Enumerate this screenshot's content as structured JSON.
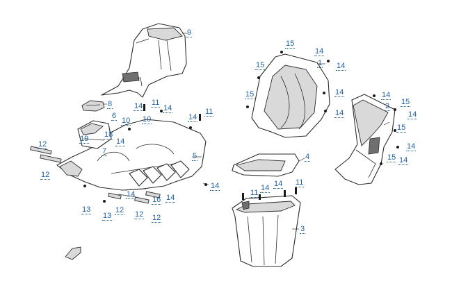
{
  "diagram": {
    "callouts": [
      {
        "id": "9",
        "label": "9"
      },
      {
        "id": "8",
        "label": "8"
      },
      {
        "id": "6",
        "label": "6"
      },
      {
        "id": "10a",
        "label": "10"
      },
      {
        "id": "10b",
        "label": "10"
      },
      {
        "id": "11a",
        "label": "11"
      },
      {
        "id": "14a",
        "label": "14"
      },
      {
        "id": "14b",
        "label": "14"
      },
      {
        "id": "11b",
        "label": "11"
      },
      {
        "id": "14c",
        "label": "14"
      },
      {
        "id": "19",
        "label": "19"
      },
      {
        "id": "18",
        "label": "18"
      },
      {
        "id": "7",
        "label": "7"
      },
      {
        "id": "14d",
        "label": "14"
      },
      {
        "id": "5",
        "label": "5"
      },
      {
        "id": "12a",
        "label": "12"
      },
      {
        "id": "12b",
        "label": "12"
      },
      {
        "id": "13a",
        "label": "13"
      },
      {
        "id": "13b",
        "label": "13"
      },
      {
        "id": "12c",
        "label": "12"
      },
      {
        "id": "12d",
        "label": "12"
      },
      {
        "id": "12e",
        "label": "12"
      },
      {
        "id": "14e",
        "label": "14"
      },
      {
        "id": "16",
        "label": "16"
      },
      {
        "id": "14f",
        "label": "14"
      },
      {
        "id": "14g",
        "label": "14"
      },
      {
        "id": "15a",
        "label": "15"
      },
      {
        "id": "14h",
        "label": "14"
      },
      {
        "id": "1",
        "label": "1"
      },
      {
        "id": "15b",
        "label": "15"
      },
      {
        "id": "14i",
        "label": "14"
      },
      {
        "id": "15c",
        "label": "15"
      },
      {
        "id": "14j",
        "label": "14"
      },
      {
        "id": "14k",
        "label": "14"
      },
      {
        "id": "14l",
        "label": "14"
      },
      {
        "id": "2",
        "label": "2"
      },
      {
        "id": "15d",
        "label": "15"
      },
      {
        "id": "14m",
        "label": "14"
      },
      {
        "id": "15e",
        "label": "15"
      },
      {
        "id": "14n",
        "label": "14"
      },
      {
        "id": "15f",
        "label": "15"
      },
      {
        "id": "14o",
        "label": "14"
      },
      {
        "id": "4",
        "label": "4"
      },
      {
        "id": "11c",
        "label": "11"
      },
      {
        "id": "14p",
        "label": "14"
      },
      {
        "id": "14q",
        "label": "14"
      },
      {
        "id": "11d",
        "label": "11"
      },
      {
        "id": "3",
        "label": "3"
      }
    ],
    "colors": {
      "callout": "#1f5fa8",
      "line": "#2b2b2b",
      "fill": "#ffffff",
      "shade": "#d9d9d9"
    }
  }
}
